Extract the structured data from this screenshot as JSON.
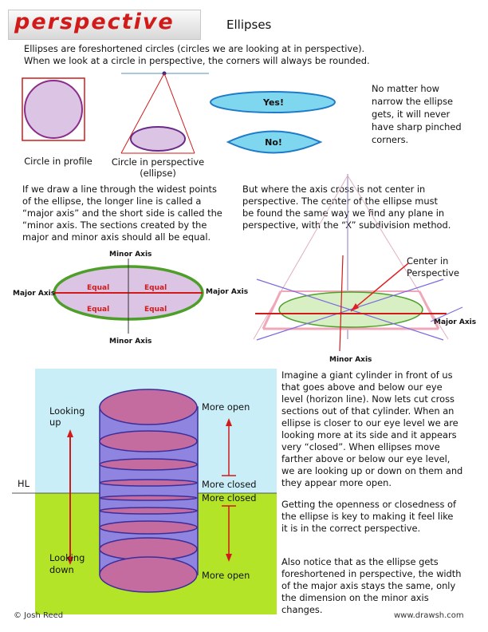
{
  "header": {
    "logo": "perspective",
    "title": "Ellipses"
  },
  "intro": {
    "line1": "Ellipses are foreshortened circles (circles we are looking at in perspective).",
    "line2": "When we look at a circle in perspective, the corners will always be rounded."
  },
  "figures": {
    "profile_caption": "Circle in profile",
    "persp_caption_1": "Circle in perspective",
    "persp_caption_2": "(ellipse)",
    "yes_label": "Yes!",
    "no_label": "No!"
  },
  "note_sharp": {
    "line1": "No matter how",
    "line2": "narrow the ellipse",
    "line3": "gets, it will never",
    "line4": "have sharp pinched",
    "line5": "corners."
  },
  "axis_text": {
    "line1": "If we draw a line through the widest points",
    "line2": "of the ellipse, the longer line is called a",
    "line3": "“major axis” and the short side is called the",
    "line4": "“minor axis.  The sections created by the",
    "line5": "major and minor axis should all be equal."
  },
  "center_text": {
    "line1": "But where the axis cross is not center in",
    "line2": "perspective. The center of the ellipse must",
    "line3": "be found the same way we find any plane in",
    "line4": "perspective, with the “X” subdivision method."
  },
  "axis_diagram": {
    "minor_top": "Minor Axis",
    "minor_bottom": "Minor Axis",
    "major_left": "Major Axis",
    "major_right": "Major Axis",
    "equal": "Equal"
  },
  "center_diagram": {
    "center_label_1": "Center in",
    "center_label_2": "Perspective",
    "major_axis": "Major Axis",
    "minor_axis": "Minor Axis"
  },
  "cylinder": {
    "looking_up_1": "Looking",
    "looking_up_2": "up",
    "looking_down_1": "Looking",
    "looking_down_2": "down",
    "more_open_top": "More open",
    "more_closed_top": "More closed",
    "more_closed_bottom": "More closed",
    "more_open_bottom": "More open",
    "hl": "HL"
  },
  "cylinder_text": {
    "line1": "Imagine  a giant cylinder in front of us",
    "line2": "that goes above and below our eye",
    "line3": "level (horizon line).  Now lets cut cross",
    "line4": "sections out of that cylinder.  When an",
    "line5": "ellipse is closer to our eye level we are",
    "line6": "looking more at its side and it appears",
    "line7": "very “closed”.  When ellipses move",
    "line8": "farther above or below our eye level,",
    "line9": "we are looking up or down on them and",
    "line10": "they appear more open."
  },
  "openness_text": {
    "line1": "Getting the openness or closedness of",
    "line2": "the ellipse is key to making it feel like",
    "line3": "it is in the correct perspective."
  },
  "width_text": {
    "line1": "Also notice that as the ellipse gets",
    "line2": "foreshortened in perspective, the width",
    "line3": "of the major axis stays the same, only",
    "line4": "the dimension on the minor axis",
    "line5": "changes."
  },
  "footer": {
    "copyright": "© Josh Reed",
    "site": "www.drawsh.com"
  },
  "colors": {
    "accent_red": "#d11a1a",
    "ellipse_fill": "#dcc4e4",
    "sky": "#c9eef7",
    "ground": "#b4e428",
    "axis_green": "#4e9f2a"
  }
}
